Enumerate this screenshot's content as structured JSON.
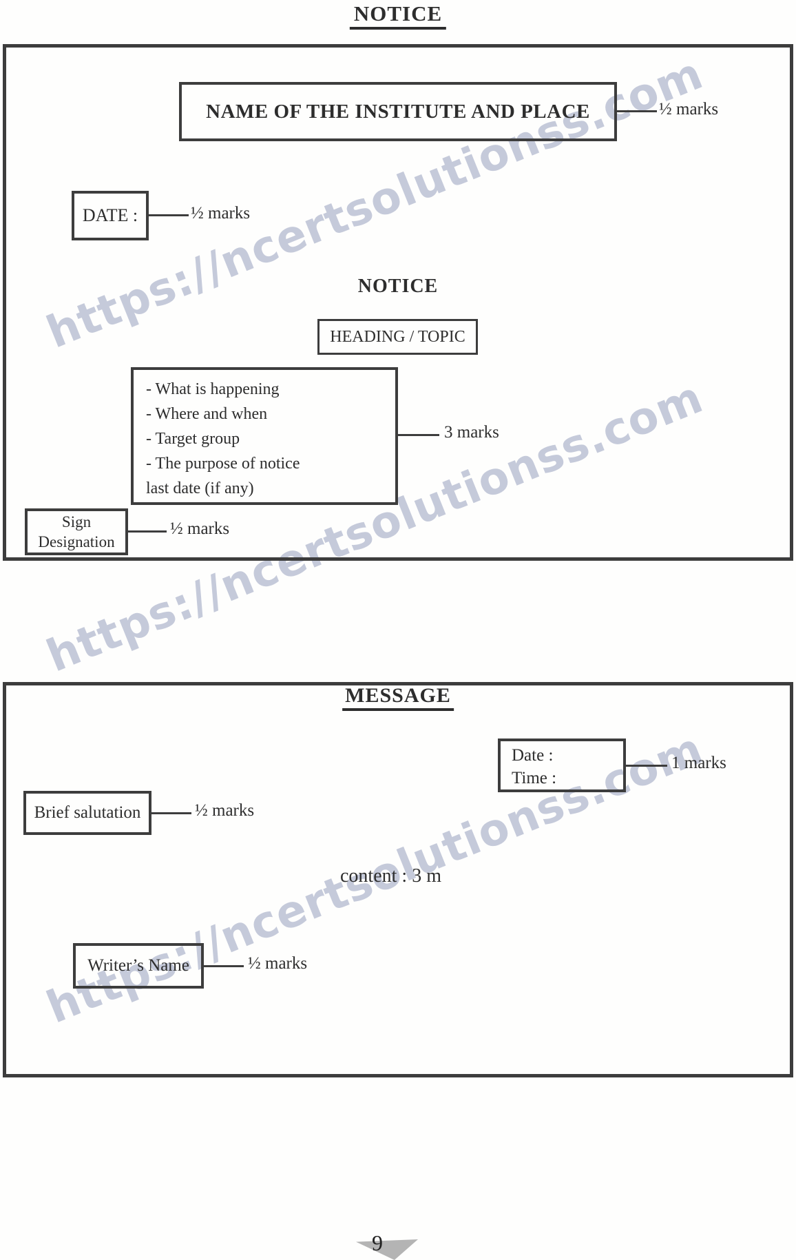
{
  "page": {
    "title": "NOTICE",
    "page_number": "9"
  },
  "colors": {
    "watermark": "#c5cada",
    "border": "#3d3d3d",
    "text": "#2d2d2d",
    "triangle": "#b4b4b4"
  },
  "watermark": {
    "text": "https://ncertsolutionss.com"
  },
  "notice_diagram": {
    "institute_box": {
      "label": "NAME OF THE INSTITUTE AND PLACE",
      "marks_label": "½ marks"
    },
    "date_box": {
      "label": "DATE :",
      "marks_label": "½ marks"
    },
    "subheading": "NOTICE",
    "heading_topic_box": {
      "label": "HEADING / TOPIC"
    },
    "content_box": {
      "items": [
        "- What is happening",
        "- Where and when",
        "- Target group",
        "- The purpose of notice",
        "last date (if any)"
      ],
      "marks_label": "3 marks"
    },
    "sign_box": {
      "line1": "Sign",
      "line2": "Designation",
      "marks_label": "½ marks"
    }
  },
  "message_diagram": {
    "title": "MESSAGE",
    "date_time_box": {
      "line1": "Date :",
      "line2": "Time :",
      "marks_label": "1 marks"
    },
    "salutation_box": {
      "label": "Brief salutation",
      "marks_label": "½ marks"
    },
    "content_note": "content : 3 m",
    "writer_box": {
      "label": "Writer’s Name",
      "marks_label": "½ marks"
    }
  }
}
